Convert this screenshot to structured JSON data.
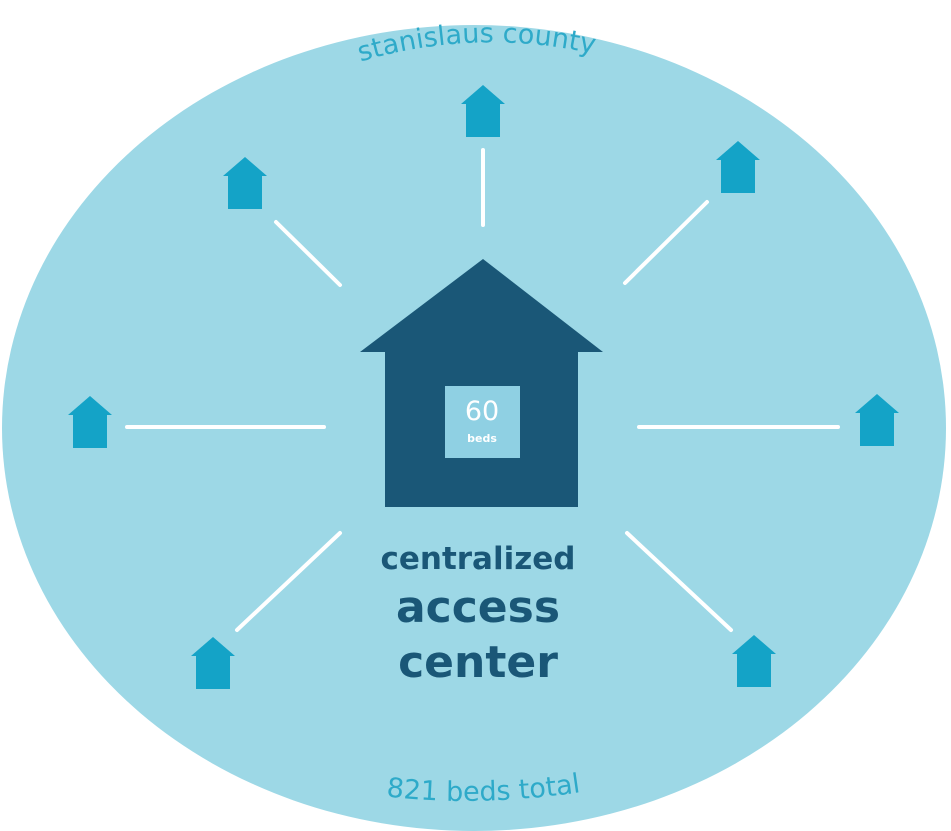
{
  "diagram": {
    "region_label": "stanislaus county",
    "total_label": "821 beds total",
    "center": {
      "bed_count": "60",
      "bed_unit": "beds",
      "title_line1": "centralized",
      "title_line2": "access",
      "title_line3": "center"
    },
    "satellites": [
      {
        "name": "satellite-top-icon"
      },
      {
        "name": "satellite-top-right-icon"
      },
      {
        "name": "satellite-right-icon"
      },
      {
        "name": "satellite-bottom-right-icon"
      },
      {
        "name": "satellite-bottom-left-icon"
      },
      {
        "name": "satellite-left-icon"
      },
      {
        "name": "satellite-top-left-icon"
      }
    ],
    "colors": {
      "background_circle": "#9dd8e6",
      "satellite_house": "#14a3c7",
      "central_house": "#1a5777",
      "bed_box": "#8fd0e3",
      "connector": "#ffffff",
      "arc_text": "#2eaac9",
      "title_text": "#1a5777"
    }
  }
}
